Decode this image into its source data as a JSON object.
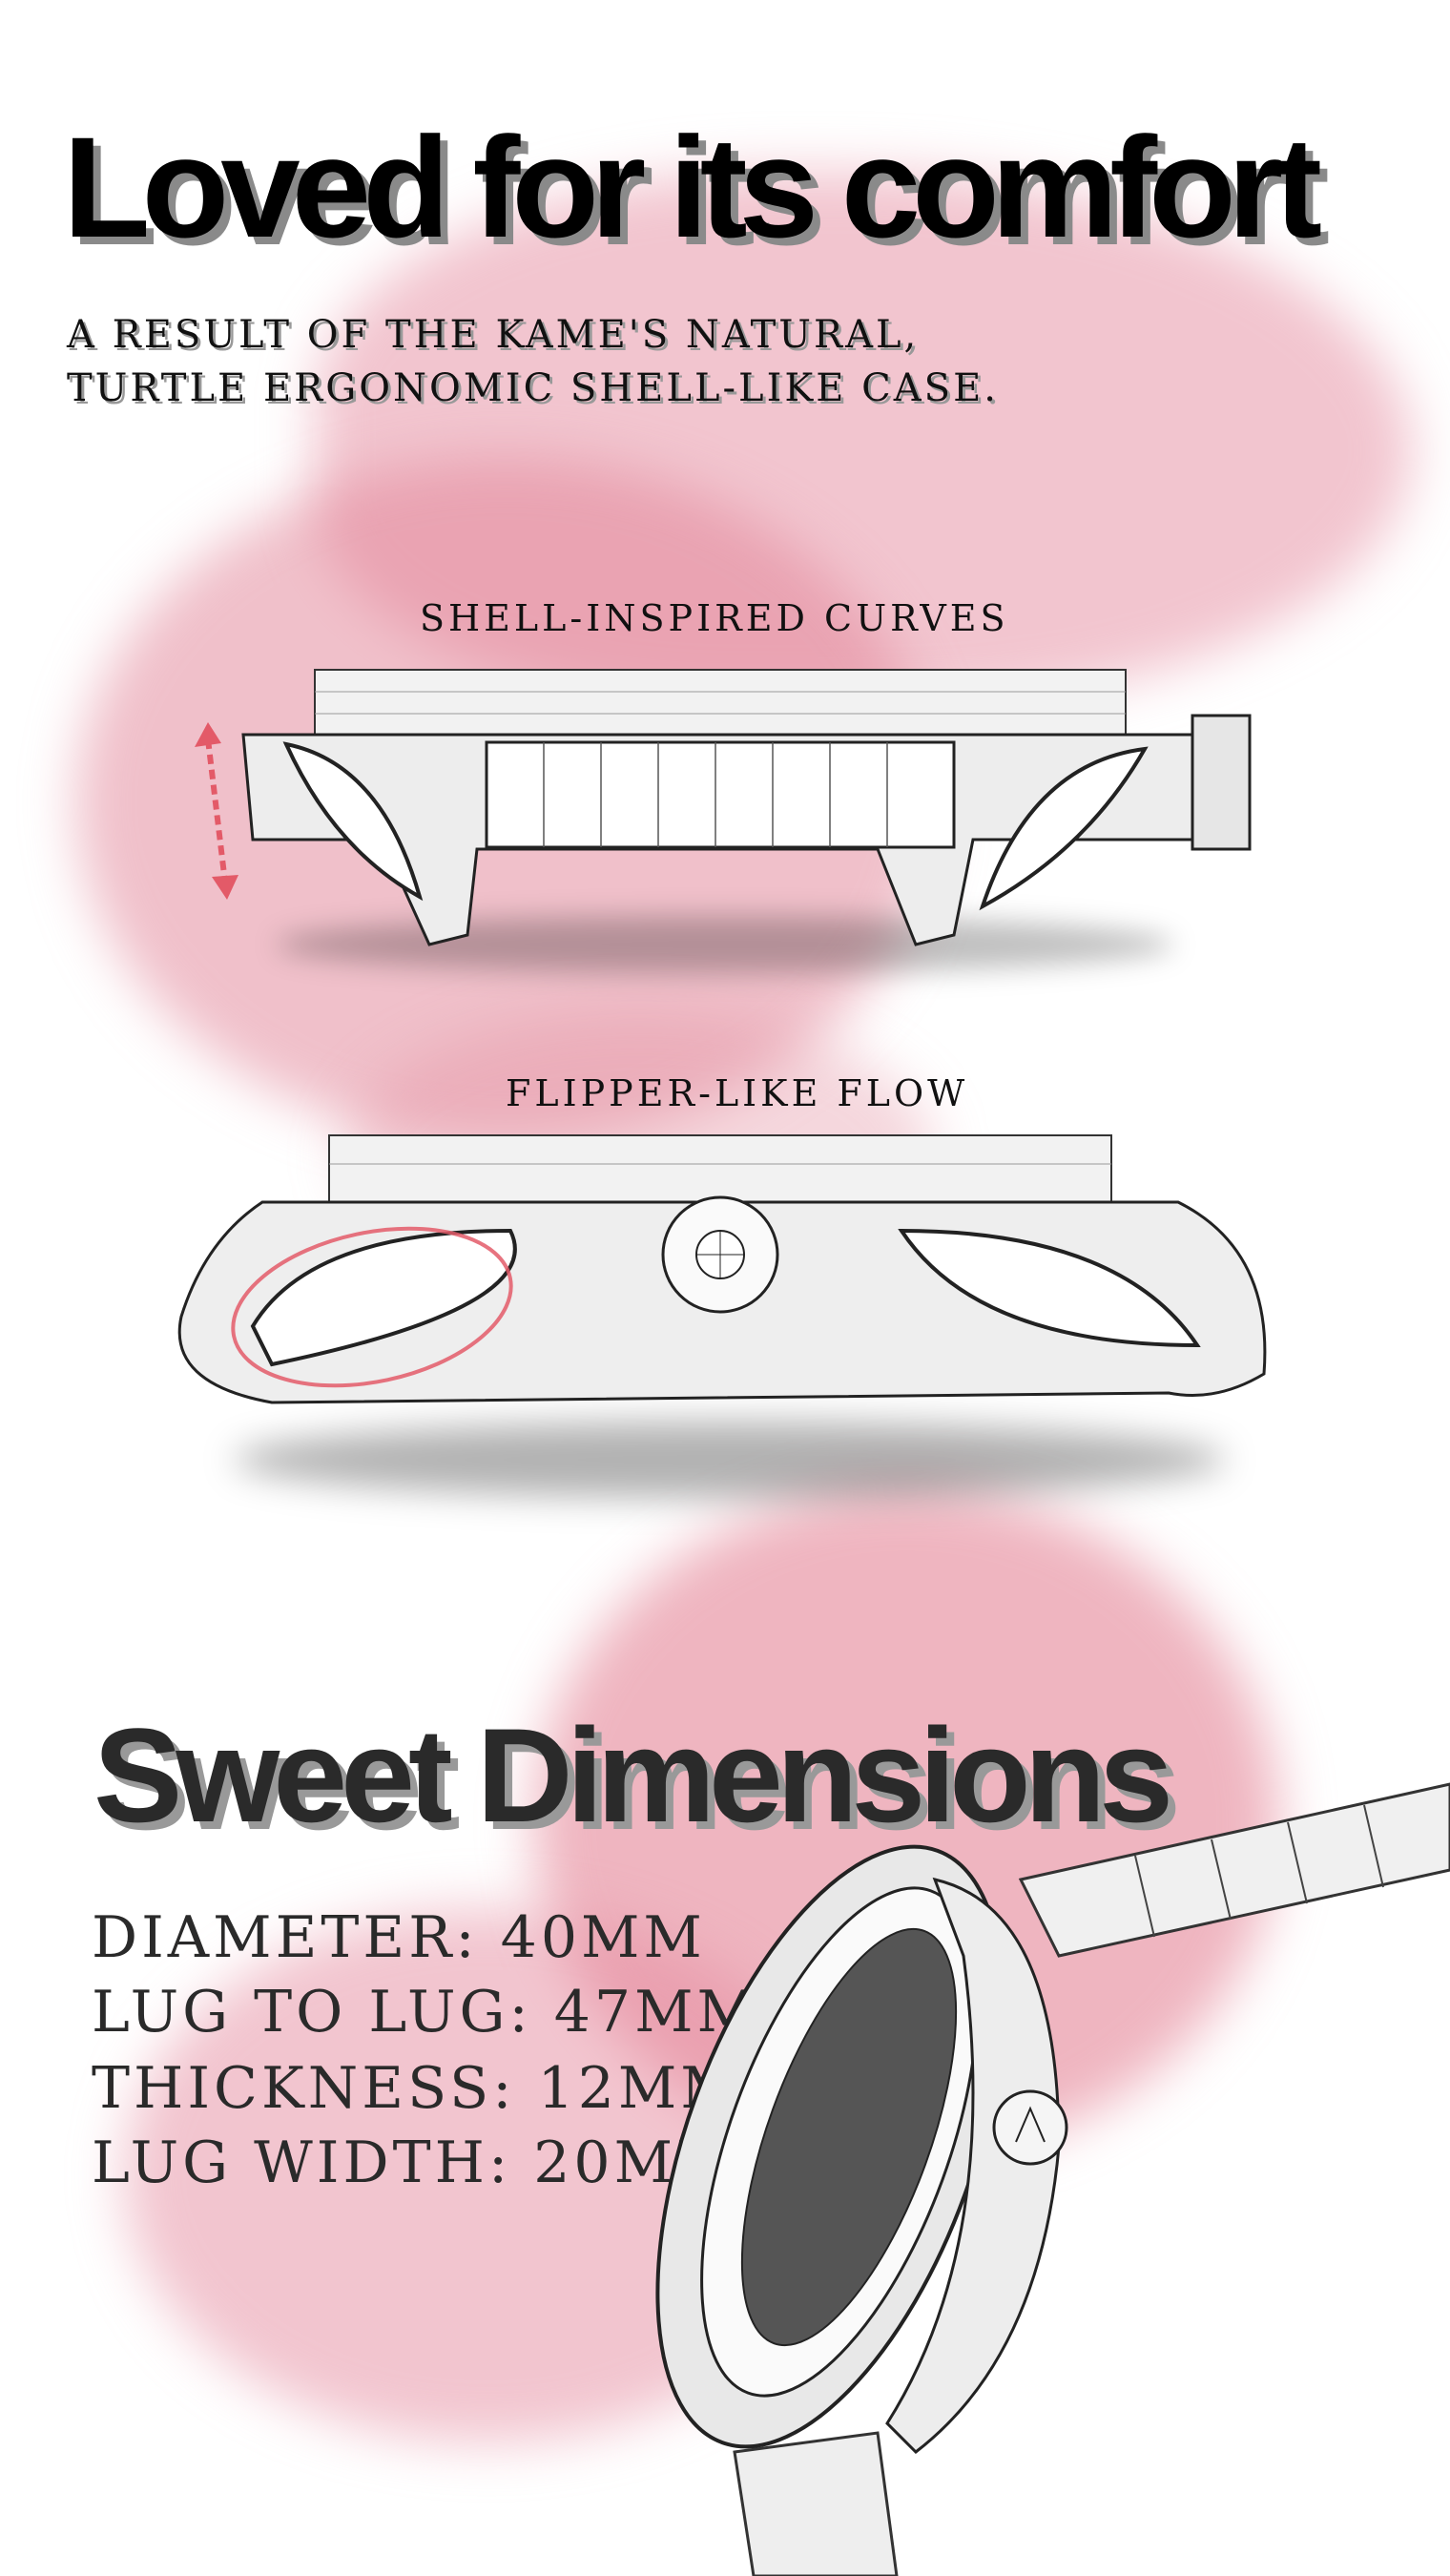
{
  "headline": "Loved for its comfort",
  "subtitle": [
    "A RESULT OF THE KAME'S NATURAL,",
    "TURTLE ERGONOMIC SHELL-LIKE CASE."
  ],
  "feature_labels": {
    "top_view": "SHELL-INSPIRED CURVES",
    "side_view": "FLIPPER-LIKE FLOW"
  },
  "section_title": "Sweet Dimensions",
  "specs": [
    "DIAMETER: 40MM",
    "LUG TO LUG: 47MM",
    "THICKNESS: 12MM",
    "LUG WIDTH: 20MM"
  ],
  "colors": {
    "accent": "#e35a68",
    "wash": "#e8a3b0",
    "text": "#2a2a2a"
  }
}
